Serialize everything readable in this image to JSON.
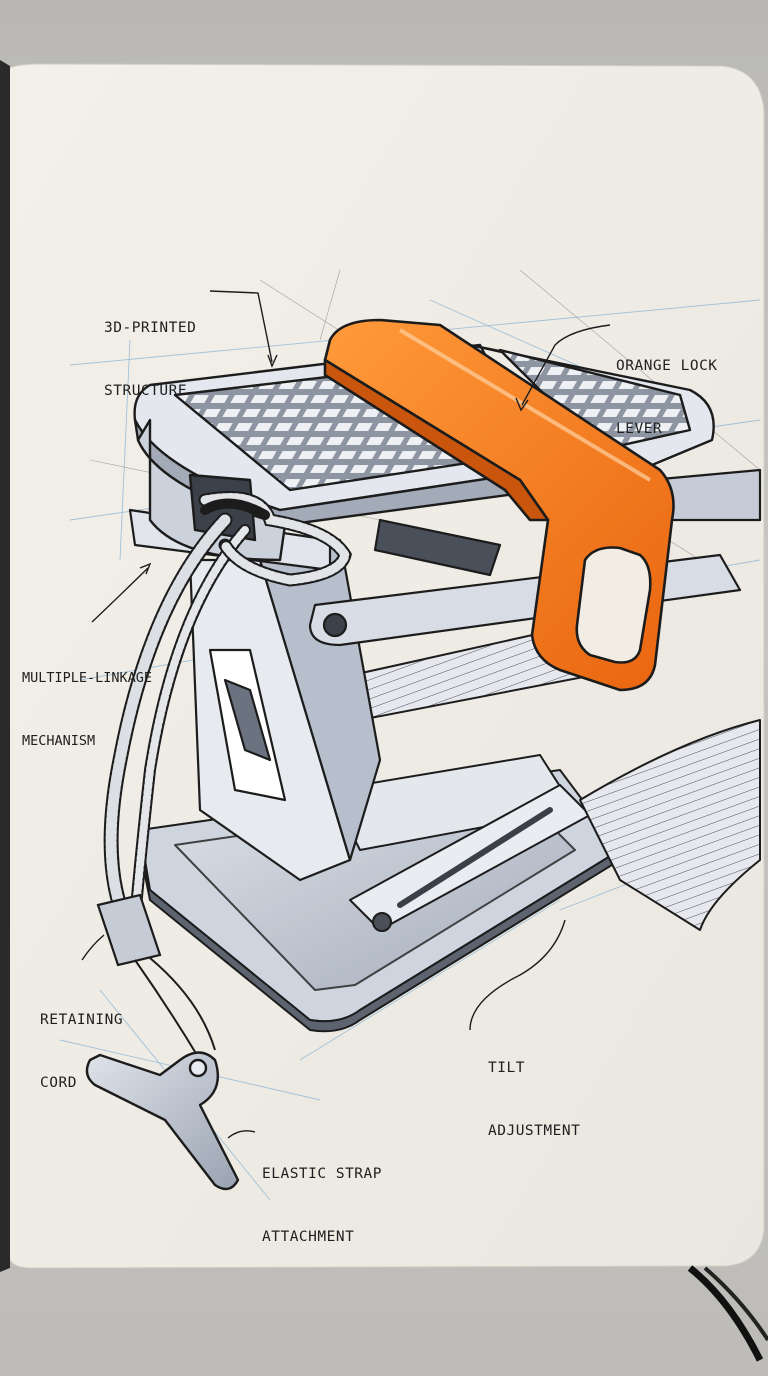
{
  "sketch": {
    "callouts": {
      "structure": [
        "3D-PRINTED",
        "STRUCTURE"
      ],
      "lock_lever": [
        "ORANGE LOCK",
        "LEVER"
      ],
      "linkage": [
        "MULTIPLE-LINKAGE",
        "MECHANISM"
      ],
      "retaining_cord": [
        "RETAINING",
        "CORD"
      ],
      "tilt": [
        "TILT",
        "ADJUSTMENT"
      ],
      "strap": [
        "ELASTIC STRAP",
        "ATTACHMENT"
      ]
    },
    "colors": {
      "paper": "#efede6",
      "ink": "#1c1c1c",
      "accent_orange": "#f47a1f",
      "marker_grey": "#9ea6b4",
      "construction_blue": "#8fb6d6"
    }
  }
}
